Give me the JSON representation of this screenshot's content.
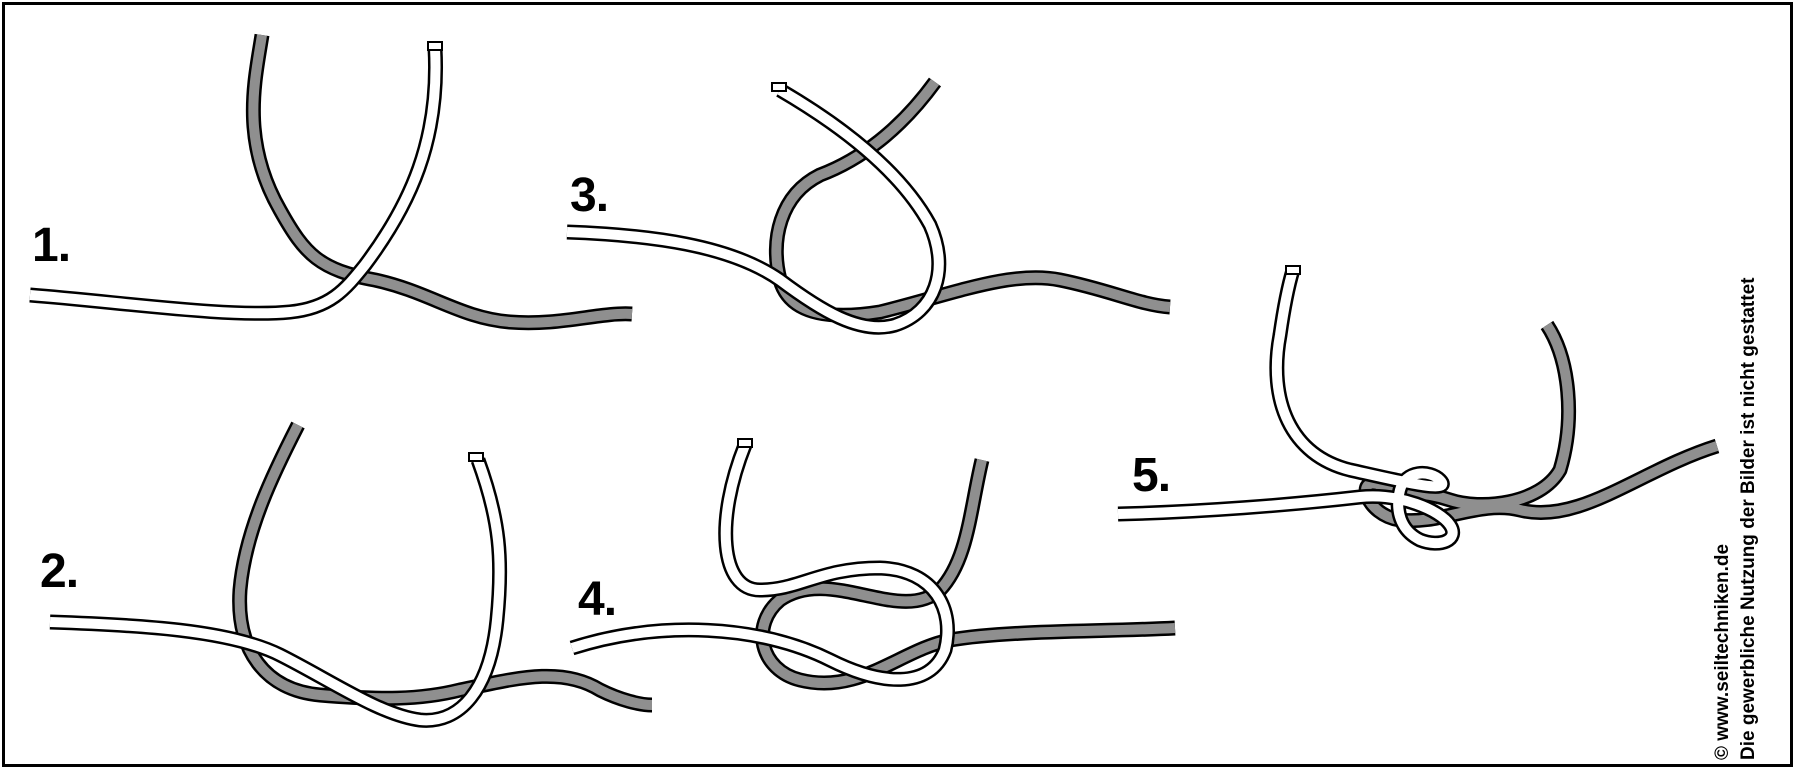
{
  "steps": [
    {
      "label": "1."
    },
    {
      "label": "2."
    },
    {
      "label": "3."
    },
    {
      "label": "4."
    },
    {
      "label": "5."
    }
  ],
  "credit": {
    "copyright_line": "© www.seiltechniken.de",
    "notice_line": "Die gewerbliche Nutzung der Bilder ist nicht gestattet"
  },
  "colors": {
    "rope_dark": "#8f8f8f",
    "rope_light": "#ffffff",
    "outline": "#000000"
  },
  "icons": {
    "rope_dark": "grey-rope-icon",
    "rope_light": "white-rope-icon"
  }
}
